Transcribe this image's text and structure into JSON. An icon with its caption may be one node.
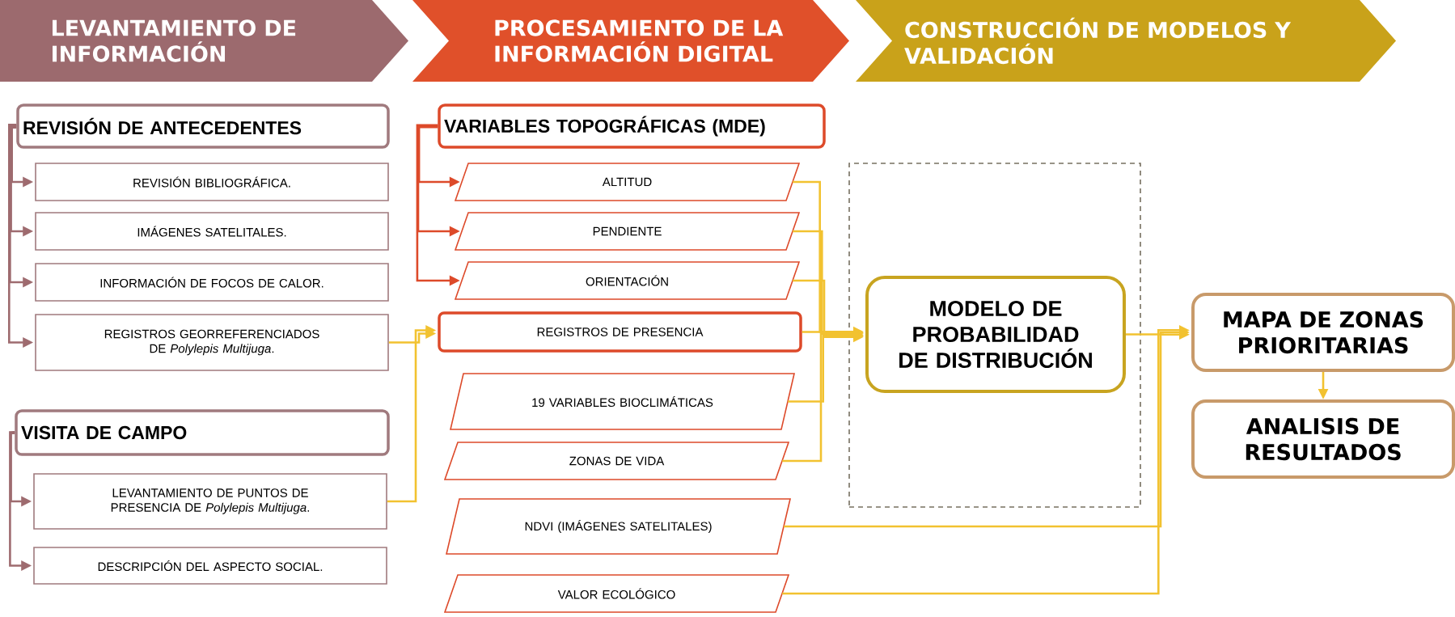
{
  "diagram": {
    "nodes": [
      {
        "text": [
          "LEVANTAMIENTO DE INFORMACIÓN"
        ]
      },
      {
        "text": [
          "PROCESAMIENTO DE LA INFORMACIÓN DIGITAL"
        ]
      },
      {
        "text": [
          "CONSTRUCCIÓN DE MODELOS Y VALIDACIÓN"
        ]
      },
      {
        "text": [
          "REVISIÓN DE ANTECEDENTES"
        ]
      },
      {
        "text": [
          "REVISIÓN BIBLIOGRÁFICA."
        ]
      },
      {
        "text": [
          "IMÁGENES SATELITALES."
        ]
      },
      {
        "text": [
          "INFORMACIÓN DE FOCOS DE CALOR."
        ]
      },
      {
        "text": [
          "REGISTROS GEORREFERENCIADOS DE *Polylepis Multijuga*."
        ]
      },
      {
        "text": [
          "VISITA DE CAMPO"
        ]
      },
      {
        "text": [
          "LEVANTAMIENTO DE PUNTOS DE PRESENCIA DE *Polylepis Multijuga*."
        ]
      },
      {
        "text": [
          "DESCRIPCIÓN DEL ASPECTO SOCIAL."
        ]
      },
      {
        "text": [
          "VARIABLES TOPOGRÁFICAS (MDE)"
        ]
      },
      {
        "text": [
          "ALTITUD"
        ]
      },
      {
        "text": [
          "PENDIENTE"
        ]
      },
      {
        "text": [
          "ORIENTACIÓN"
        ]
      },
      {
        "text": [
          "REGISTROS DE PRESENCIA"
        ]
      },
      {
        "text": [
          "19 VARIABLES BIOCLIMÁTICAS"
        ]
      },
      {
        "text": [
          "ZONAS DE VIDA"
        ]
      },
      {
        "text": [
          "NDVI (IMÁGENES SATELITALES)"
        ]
      },
      {
        "text": [
          "VALOR ECOLÓGICO"
        ]
      },
      {
        "text": [],
        "shape": "box"
      },
      {
        "text": [
          "MODELO DE PROBABILIDAD DE DISTRIBUCIÓN"
        ],
        "in": 20
      },
      {
        "text": [
          "MAPA DE ZONAS PRIORITARIAS"
        ]
      },
      {
        "text": [
          "ANALISIS DE RESULTADOS"
        ]
      }
    ],
    "edges": [
      {
        "from": 3,
        "to": 4,
        "arrow": "to",
        "color": "#9e6b6f"
      },
      {
        "from": 3,
        "to": 5,
        "arrow": "to",
        "color": "#9e6b6f"
      },
      {
        "from": 3,
        "to": 6,
        "arrow": "to",
        "color": "#9e6b6f"
      },
      {
        "from": 3,
        "to": 7,
        "arrow": "to",
        "color": "#9e6b6f"
      },
      {
        "from": 8,
        "to": 9,
        "arrow": "to",
        "color": "#9e6b6f"
      },
      {
        "from": 8,
        "to": 10,
        "arrow": "to",
        "color": "#9e6b6f"
      },
      {
        "from": 11,
        "to": 12,
        "arrow": "to",
        "color": "#dd4a2a"
      },
      {
        "from": 11,
        "to": 13,
        "arrow": "to",
        "color": "#dd4a2a"
      },
      {
        "from": 11,
        "to": 14,
        "arrow": "to",
        "color": "#dd4a2a"
      },
      {
        "from": 7,
        "to": 15,
        "arrow": "to"
      },
      {
        "from": 9,
        "to": 15,
        "arrow": "to"
      },
      {
        "from": 12,
        "to": 21,
        "arrow": "to"
      },
      {
        "from": 13,
        "to": 21,
        "arrow": "to"
      },
      {
        "from": 14,
        "to": 21,
        "arrow": "to"
      },
      {
        "from": 15,
        "to": 21,
        "arrow": "to"
      },
      {
        "from": 16,
        "to": 21,
        "arrow": "to"
      },
      {
        "from": 17,
        "to": 21,
        "arrow": "to"
      },
      {
        "from": 21,
        "to": 22,
        "arrow": "to"
      },
      {
        "from": 18,
        "to": 22,
        "arrow": "to"
      },
      {
        "from": 19,
        "to": 22,
        "arrow": "to"
      },
      {
        "from": 22,
        "to": 23,
        "arrow": "to"
      }
    ]
  }
}
